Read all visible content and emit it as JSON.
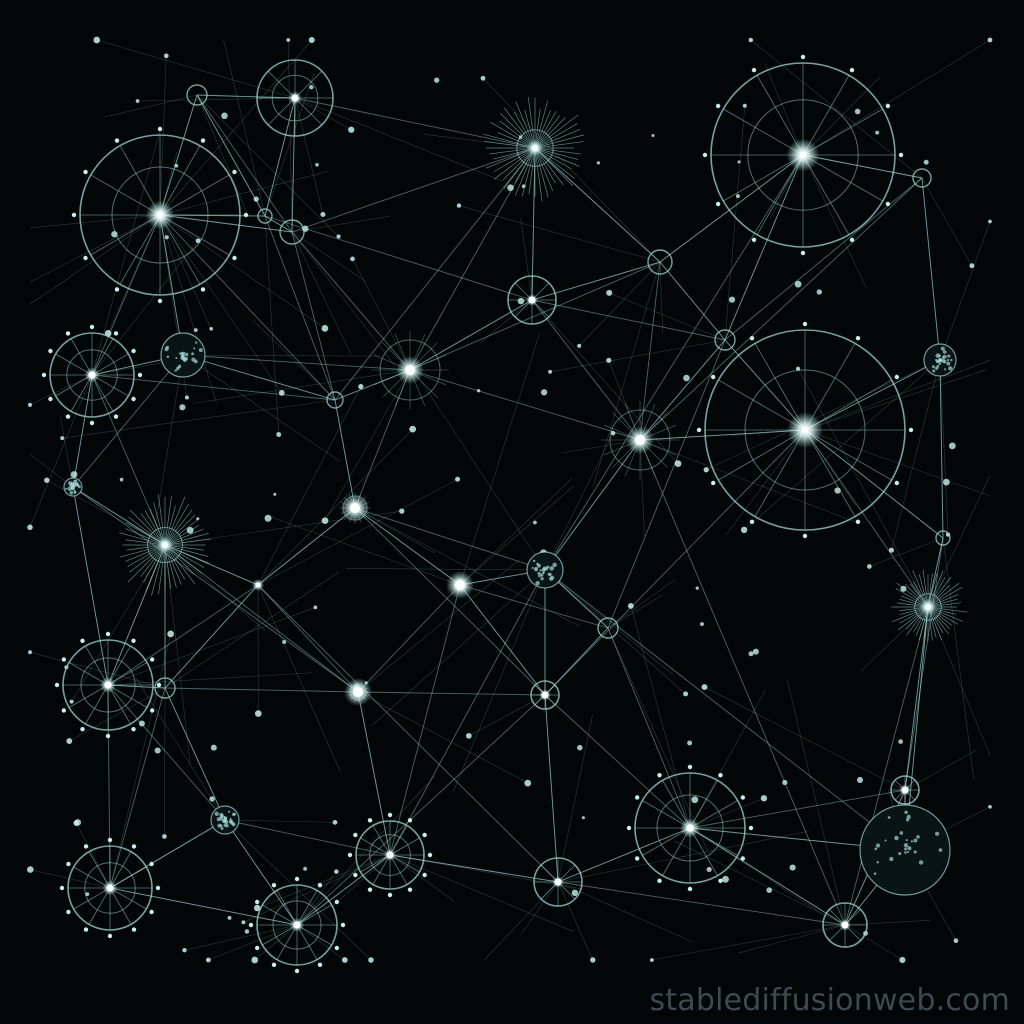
{
  "watermark": {
    "text": "stablediffusionweb.com"
  },
  "colors": {
    "background": "#030606",
    "line": "#9fd6d4",
    "node_glow": "#ffffff",
    "dot": "#c8f1ef",
    "watermark": "#3d4a4e"
  },
  "artwork": {
    "subject": "glowing node network",
    "node_styles": [
      "spoked-wheel",
      "starburst",
      "concentric-ring",
      "small-ring",
      "textured-cluster"
    ]
  }
}
